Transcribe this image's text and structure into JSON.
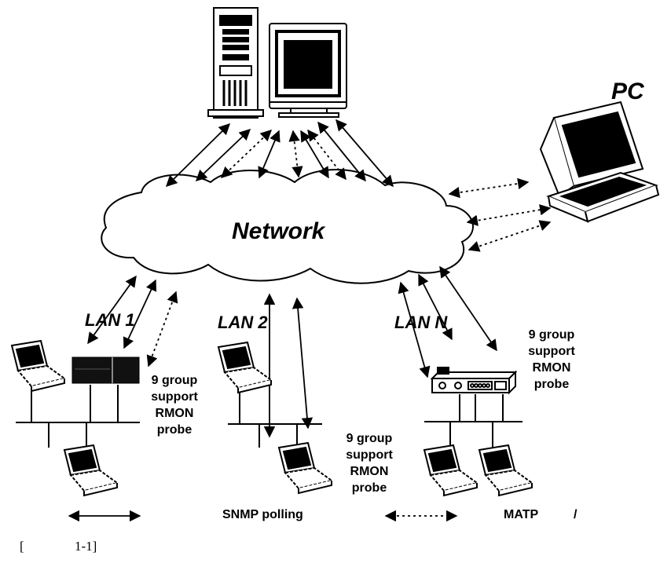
{
  "network_label": "Network",
  "pc_label": "PC",
  "lans": [
    "LAN 1",
    "LAN 2",
    "LAN N"
  ],
  "probe_label": [
    "9 group",
    "support",
    "RMON",
    "probe"
  ],
  "legend": {
    "solid_label": "SNMP polling",
    "dotted_label": "MATP",
    "slash": "/"
  },
  "caption": {
    "open": "[",
    "number": "1-1]"
  }
}
